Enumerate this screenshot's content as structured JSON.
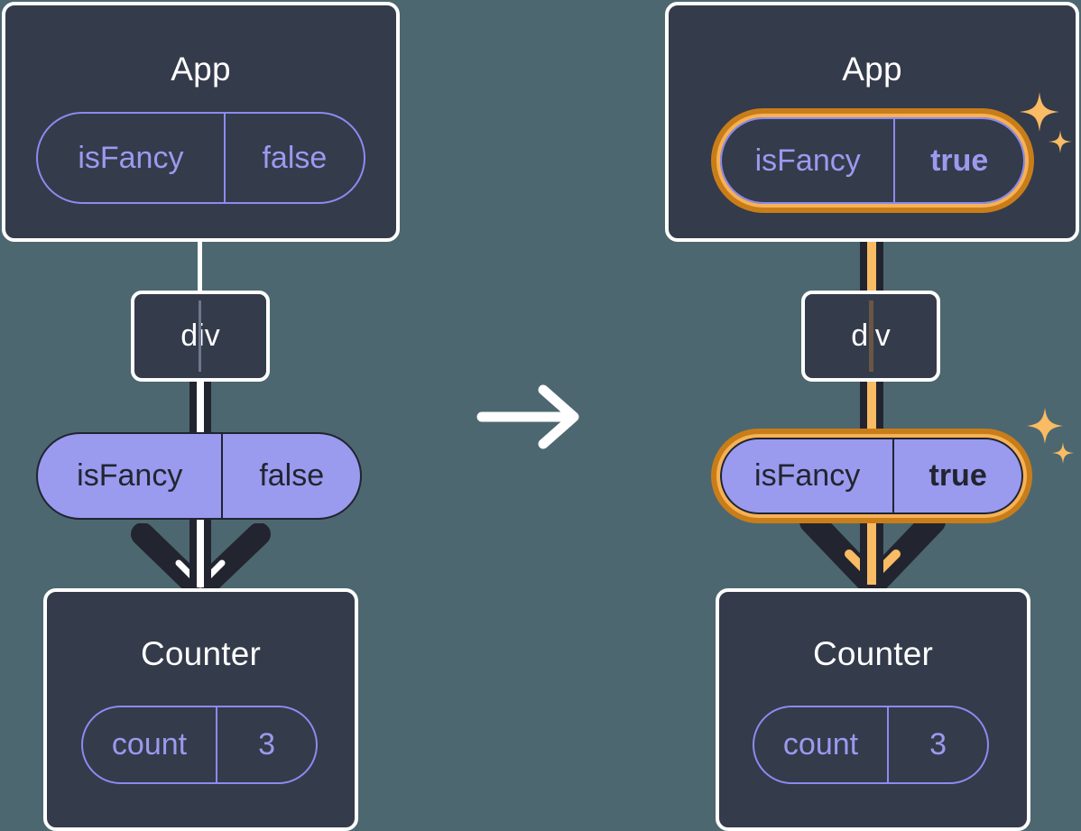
{
  "diagram": {
    "title": "React state propagation: isFancy false to true",
    "background_color": "#4d6770",
    "card_fill": "#343b4b",
    "card_border": "#ffffff",
    "pill_purple": "#9a9aef",
    "pill_outline_color": "#8b8bf0",
    "highlight_outer": "#c97d19",
    "highlight_inner": "#f7b155",
    "line_dark": "#22252f",
    "line_orange": "#f9bb63",
    "sparkle_color": "#f9bb63",
    "transition_arrow_color": "#ffffff"
  },
  "before": {
    "app": {
      "title": "App",
      "state": {
        "key": "isFancy",
        "value": "false",
        "highlighted": false
      }
    },
    "div": {
      "label": "div"
    },
    "prop": {
      "key": "isFancy",
      "value": "false",
      "highlighted": false
    },
    "counter": {
      "title": "Counter",
      "state": {
        "key": "count",
        "value": "3"
      }
    }
  },
  "transition": {
    "icon": "arrow-right-icon"
  },
  "after": {
    "app": {
      "title": "App",
      "state": {
        "key": "isFancy",
        "value": "true",
        "highlighted": true
      }
    },
    "div": {
      "label": "div"
    },
    "prop": {
      "key": "isFancy",
      "value": "true",
      "highlighted": true
    },
    "counter": {
      "title": "Counter",
      "state": {
        "key": "count",
        "value": "3"
      }
    },
    "sparkles": [
      {
        "name": "sparkle-app-icon"
      },
      {
        "name": "sparkle-prop-icon"
      }
    ]
  }
}
